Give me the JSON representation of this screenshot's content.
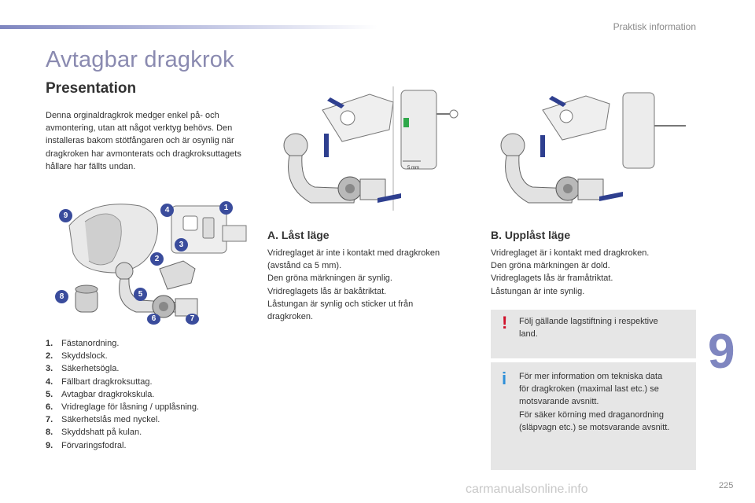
{
  "header": {
    "section": "Praktisk information"
  },
  "page": {
    "title": "Avtagbar dragkrok",
    "subtitle": "Presentation",
    "intro": "Denna orginaldragkrok medger enkel på- och avmontering, utan att något verktyg behövs. Den installeras bakom stötfångaren och är osynlig när dragkroken har avmonterats och dragkroksuttagets hållare har fällts undan."
  },
  "figure_main": {
    "callouts": [
      "9",
      "4",
      "1",
      "3",
      "2",
      "5",
      "8",
      "6",
      "7"
    ]
  },
  "figure_a": {
    "dimension_label": "5 mm"
  },
  "legend": [
    {
      "num": "1.",
      "text": "Fästanordning."
    },
    {
      "num": "2.",
      "text": "Skyddslock."
    },
    {
      "num": "3.",
      "text": "Säkerhetsögla."
    },
    {
      "num": "4.",
      "text": "Fällbart dragkroksuttag."
    },
    {
      "num": "5.",
      "text": "Avtagbar dragkrokskula."
    },
    {
      "num": "6.",
      "text": "Vridreglage för låsning / upplåsning."
    },
    {
      "num": "7.",
      "text": "Säkerhetslås med nyckel."
    },
    {
      "num": "8.",
      "text": "Skyddshatt på kulan."
    },
    {
      "num": "9.",
      "text": "Förvaringsfodral."
    }
  ],
  "section_a": {
    "heading": "A. Låst läge",
    "lines": [
      "Vridreglaget är inte i kontakt med dragkroken",
      "(avstånd ca 5 mm).",
      "Den gröna märkningen är synlig.",
      "Vridreglagets lås är bakåtriktat.",
      "Låstungan är synlig och sticker ut från",
      "dragkroken."
    ]
  },
  "section_b": {
    "heading": "B. Upplåst läge",
    "lines": [
      "Vridreglaget är i kontakt med dragkroken.",
      "Den gröna märkningen är dold.",
      "Vridreglagets lås är framåtriktat.",
      "Låstungan är inte synlig."
    ]
  },
  "warning": {
    "icon": "!",
    "icon_color": "#d0112b",
    "lines": [
      "Följ gällande lagstiftning i respektive",
      "land."
    ]
  },
  "info": {
    "icon": "i",
    "icon_color": "#2f8fd8",
    "lines": [
      "För mer information om tekniska data",
      "för dragkroken (maximal last etc.) se",
      "motsvarande avsnitt.",
      "För säker körning med draganordning",
      "(släpvagn etc.) se motsvarande avsnitt."
    ]
  },
  "chapter_number": "9",
  "page_number": "225",
  "watermark": "carmanualsonline.info",
  "colors": {
    "accent": "#7f86c0",
    "callout": "#3a4c9c",
    "arrow": "#2e3f8f",
    "green_mark": "#2fa84a"
  }
}
